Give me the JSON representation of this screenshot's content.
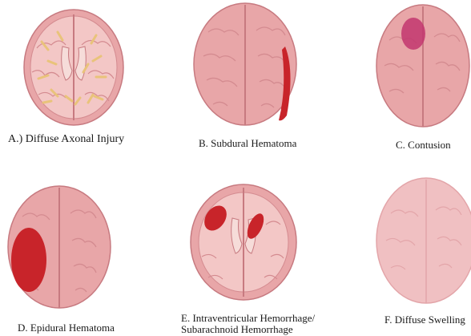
{
  "colors": {
    "brain_fill": "#e8a6a8",
    "brain_shade": "#d48b90",
    "brain_outline": "#c77a80",
    "axial_inner": "#f3c7c6",
    "white_matter": "#f6dcd9",
    "axon_yellow": "#e9c37a",
    "blood": "#c8242a",
    "contusion": "#c2366e",
    "swelling_fill": "#f0c0c2",
    "background": "#ffffff"
  },
  "panels": [
    {
      "id": "A",
      "caption": "A.) Diffuse Axonal Injury",
      "view": "axial",
      "lesion": "diffuse-axonal-injury",
      "icon": "brain-axial-icon"
    },
    {
      "id": "B",
      "caption": "B. Subdural Hematoma",
      "view": "superior",
      "lesion": "subdural-hematoma",
      "icon": "brain-superior-icon"
    },
    {
      "id": "C",
      "caption": "C. Contusion",
      "view": "superior",
      "lesion": "contusion",
      "icon": "brain-superior-icon"
    },
    {
      "id": "D",
      "caption": "D. Epidural Hematoma",
      "view": "superior",
      "lesion": "epidural-hematoma",
      "icon": "brain-superior-icon"
    },
    {
      "id": "E",
      "caption_lines": [
        "E. Intraventricular Hemorrhage/",
        "Subarachnoid Hemorrhage"
      ],
      "view": "axial",
      "lesion": "intraventricular-subarachnoid-hemorrhage",
      "icon": "brain-axial-icon"
    },
    {
      "id": "F",
      "caption": "F. Diffuse Swelling",
      "view": "superior",
      "lesion": "diffuse-swelling",
      "icon": "brain-superior-icon"
    }
  ]
}
